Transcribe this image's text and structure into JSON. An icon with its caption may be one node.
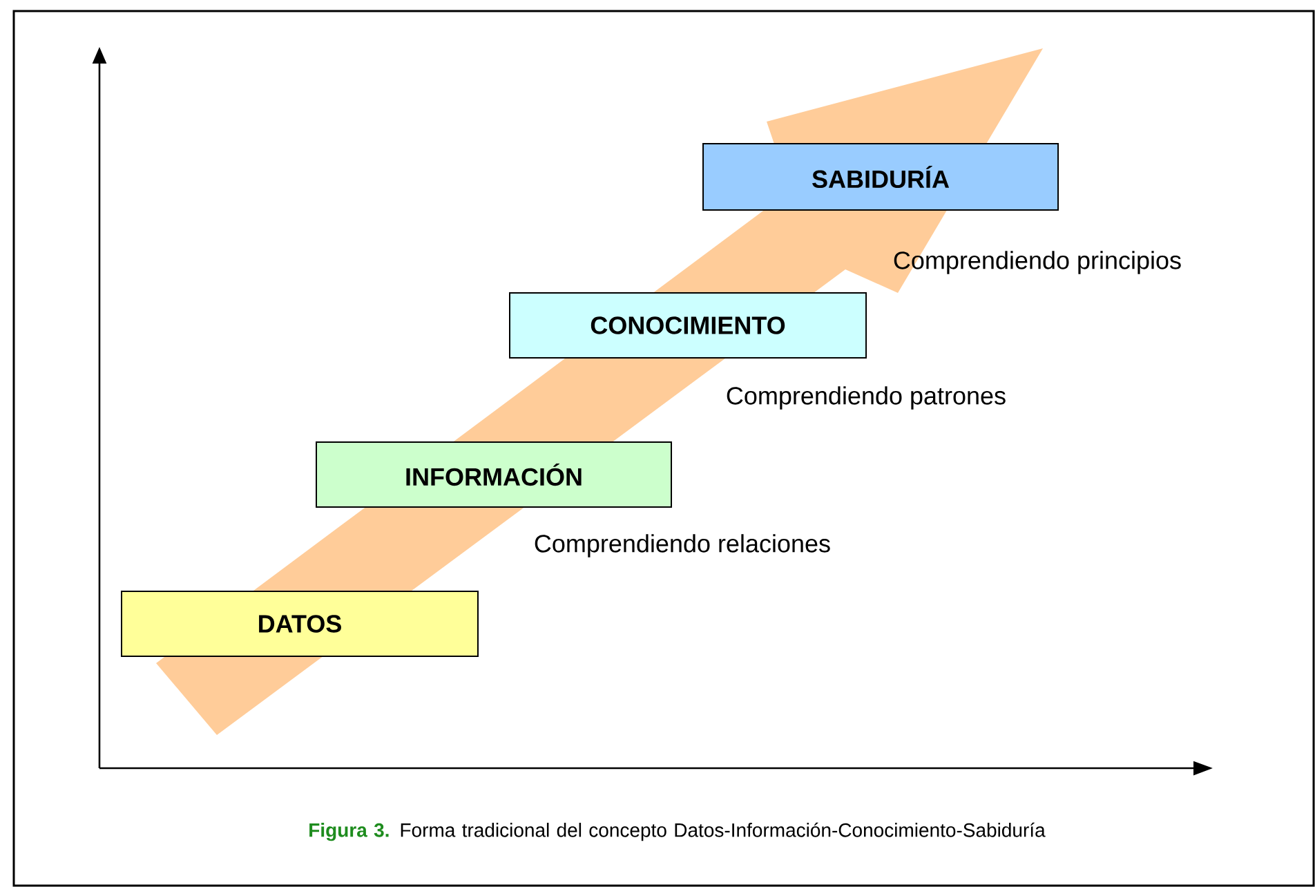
{
  "diagram": {
    "caption": "**Figura 3.** Forma tradicional del concepto Datos-Información-Conocimiento-Sabiduría",
    "nodes": [
      {
        "text": [
          "DATOS"
        ]
      },
      {
        "text": [
          "INFORMACIÓN"
        ]
      },
      {
        "text": [
          "CONOCIMIENTO"
        ]
      },
      {
        "text": [
          "SABIDURÍA"
        ]
      }
    ],
    "labels": [
      "Comprendiendo principios",
      "Comprendiendo patrones",
      "Comprendiendo relaciones"
    ]
  }
}
